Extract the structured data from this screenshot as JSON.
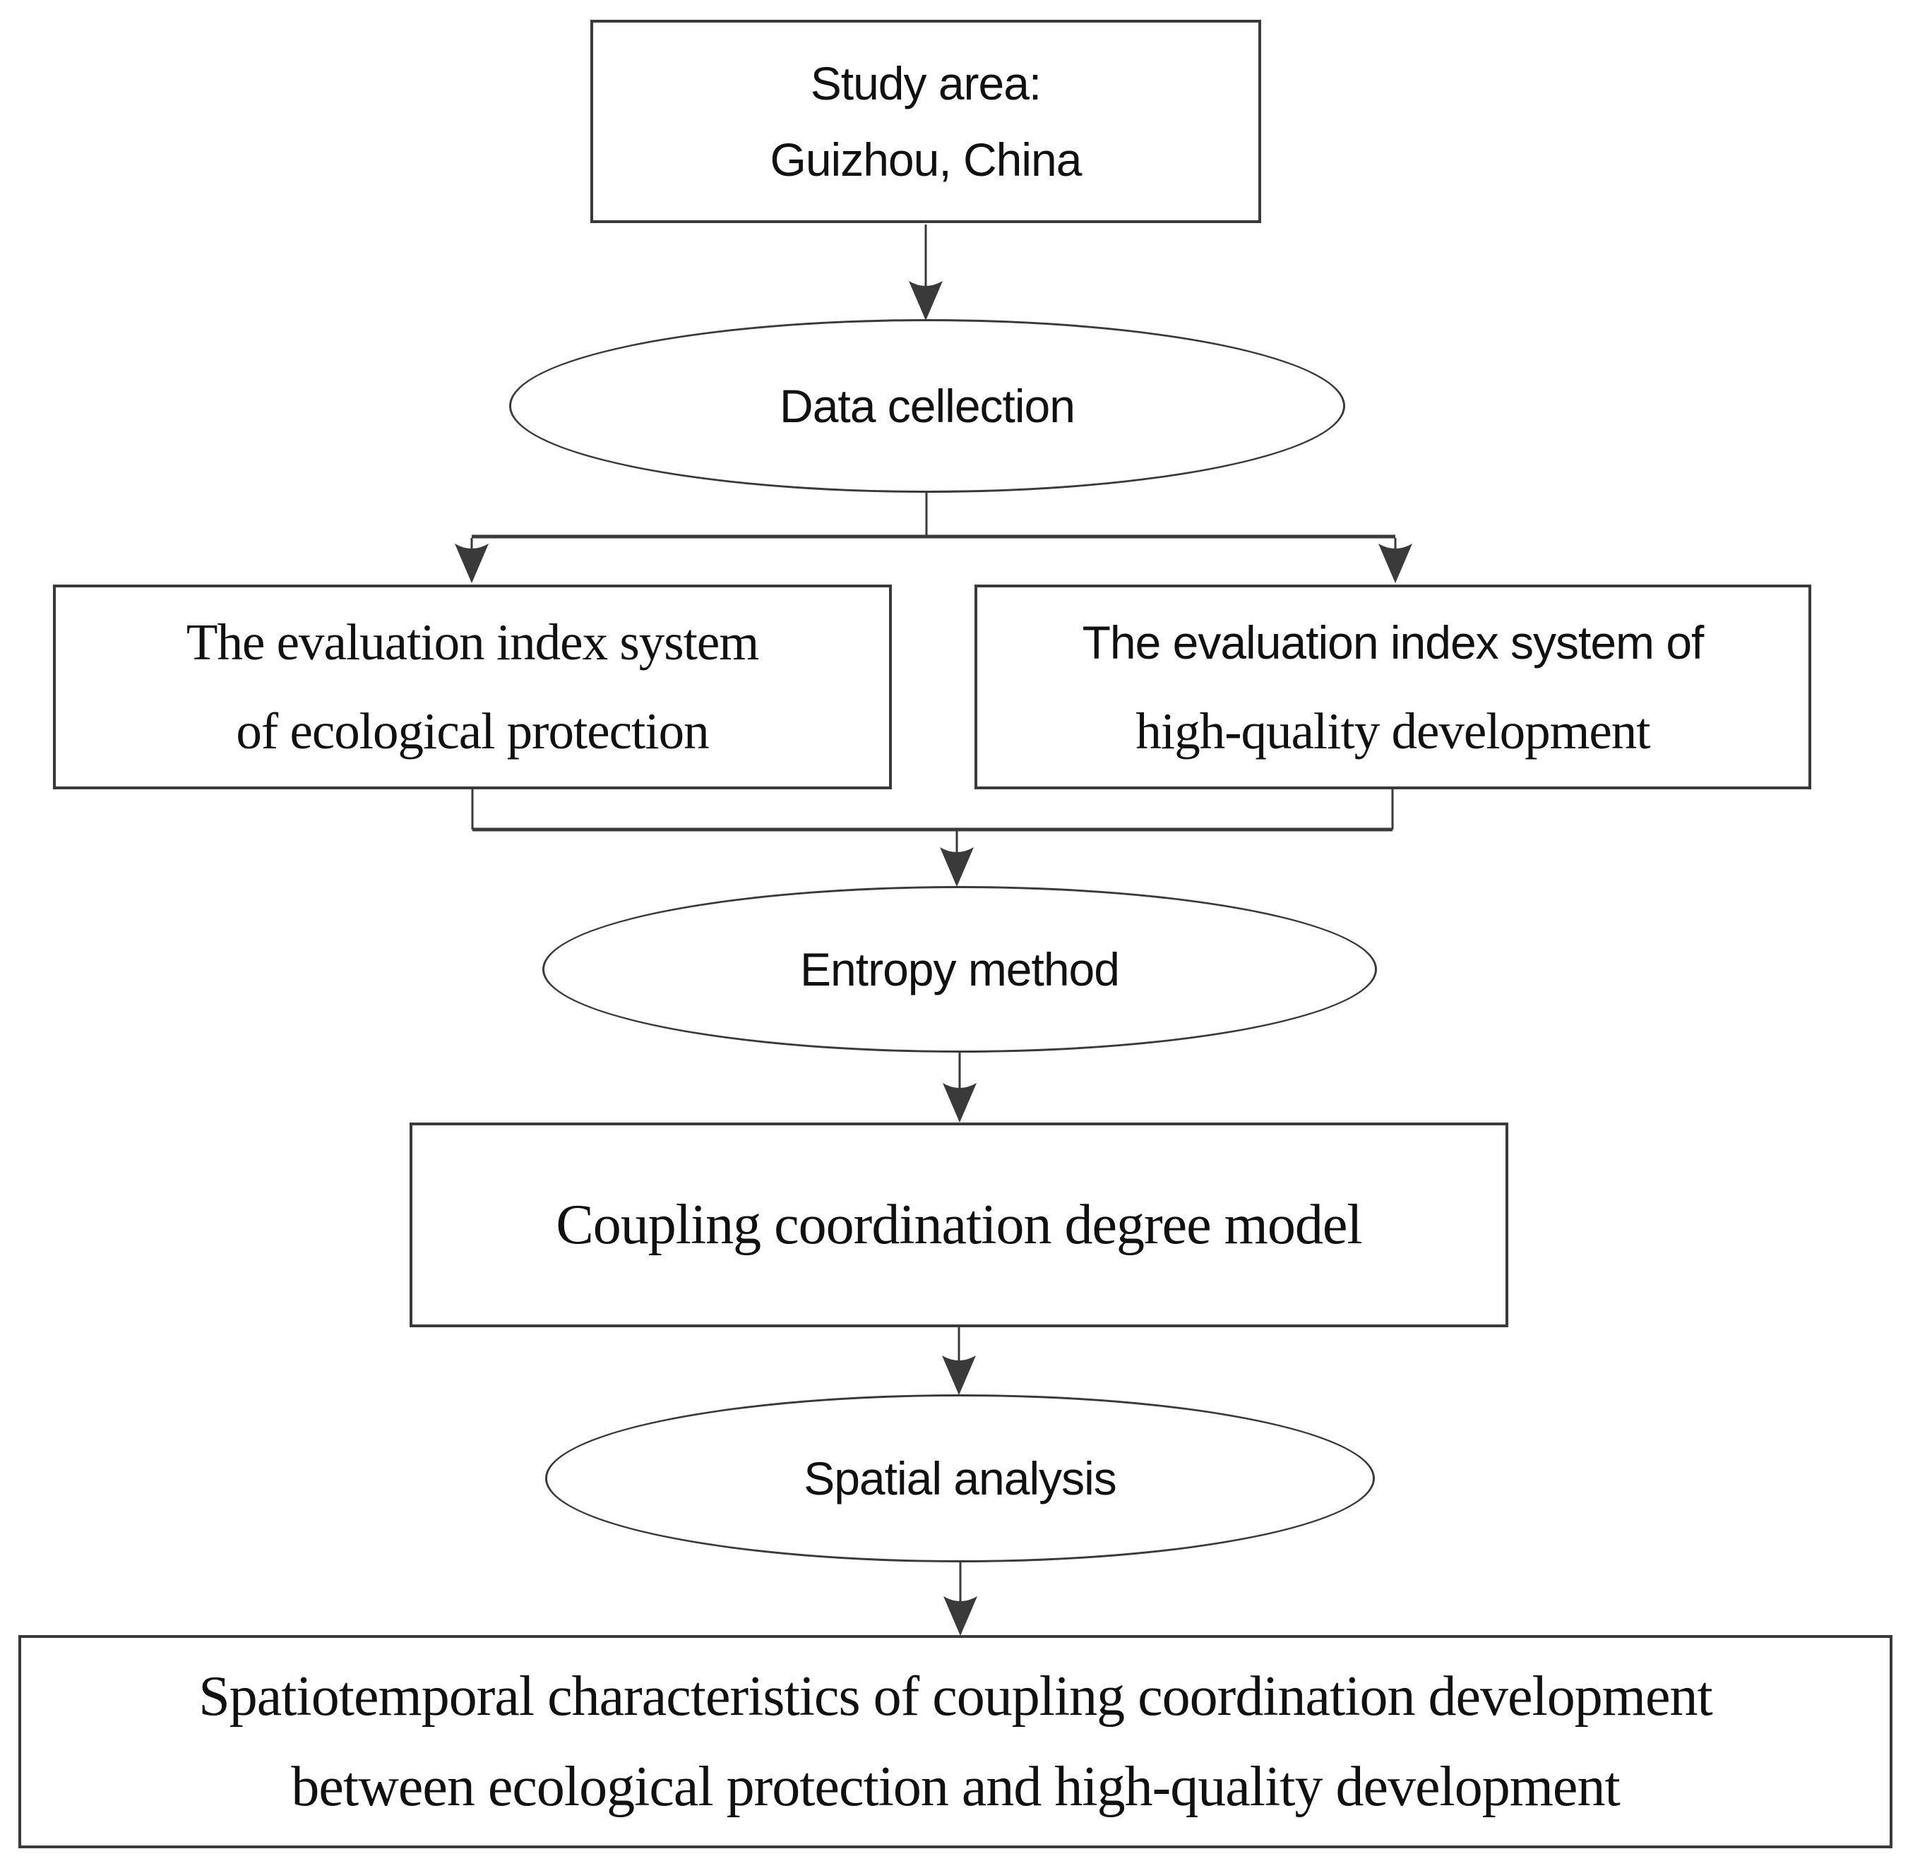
{
  "figure": {
    "background_color": "#ffffff",
    "stroke_color": "#3a3a3a",
    "text_color": "#111111",
    "nodes": {
      "study_area": {
        "line1": "Study area:",
        "line2": "Guizhou, China"
      },
      "data_collection": {
        "label": "Data cellection"
      },
      "eco_index": {
        "line1": "The evaluation index system",
        "line2": "of ecological protection"
      },
      "hq_index": {
        "line1": "The evaluation index system of",
        "line2": "high-quality development"
      },
      "entropy": {
        "label": "Entropy method"
      },
      "coupling": {
        "label": "Coupling coordination degree model"
      },
      "spatial": {
        "label": "Spatial analysis"
      },
      "outcome": {
        "line1": "Spatiotemporal characteristics of coupling coordination development",
        "line2": "between ecological protection and high-quality development"
      }
    }
  }
}
